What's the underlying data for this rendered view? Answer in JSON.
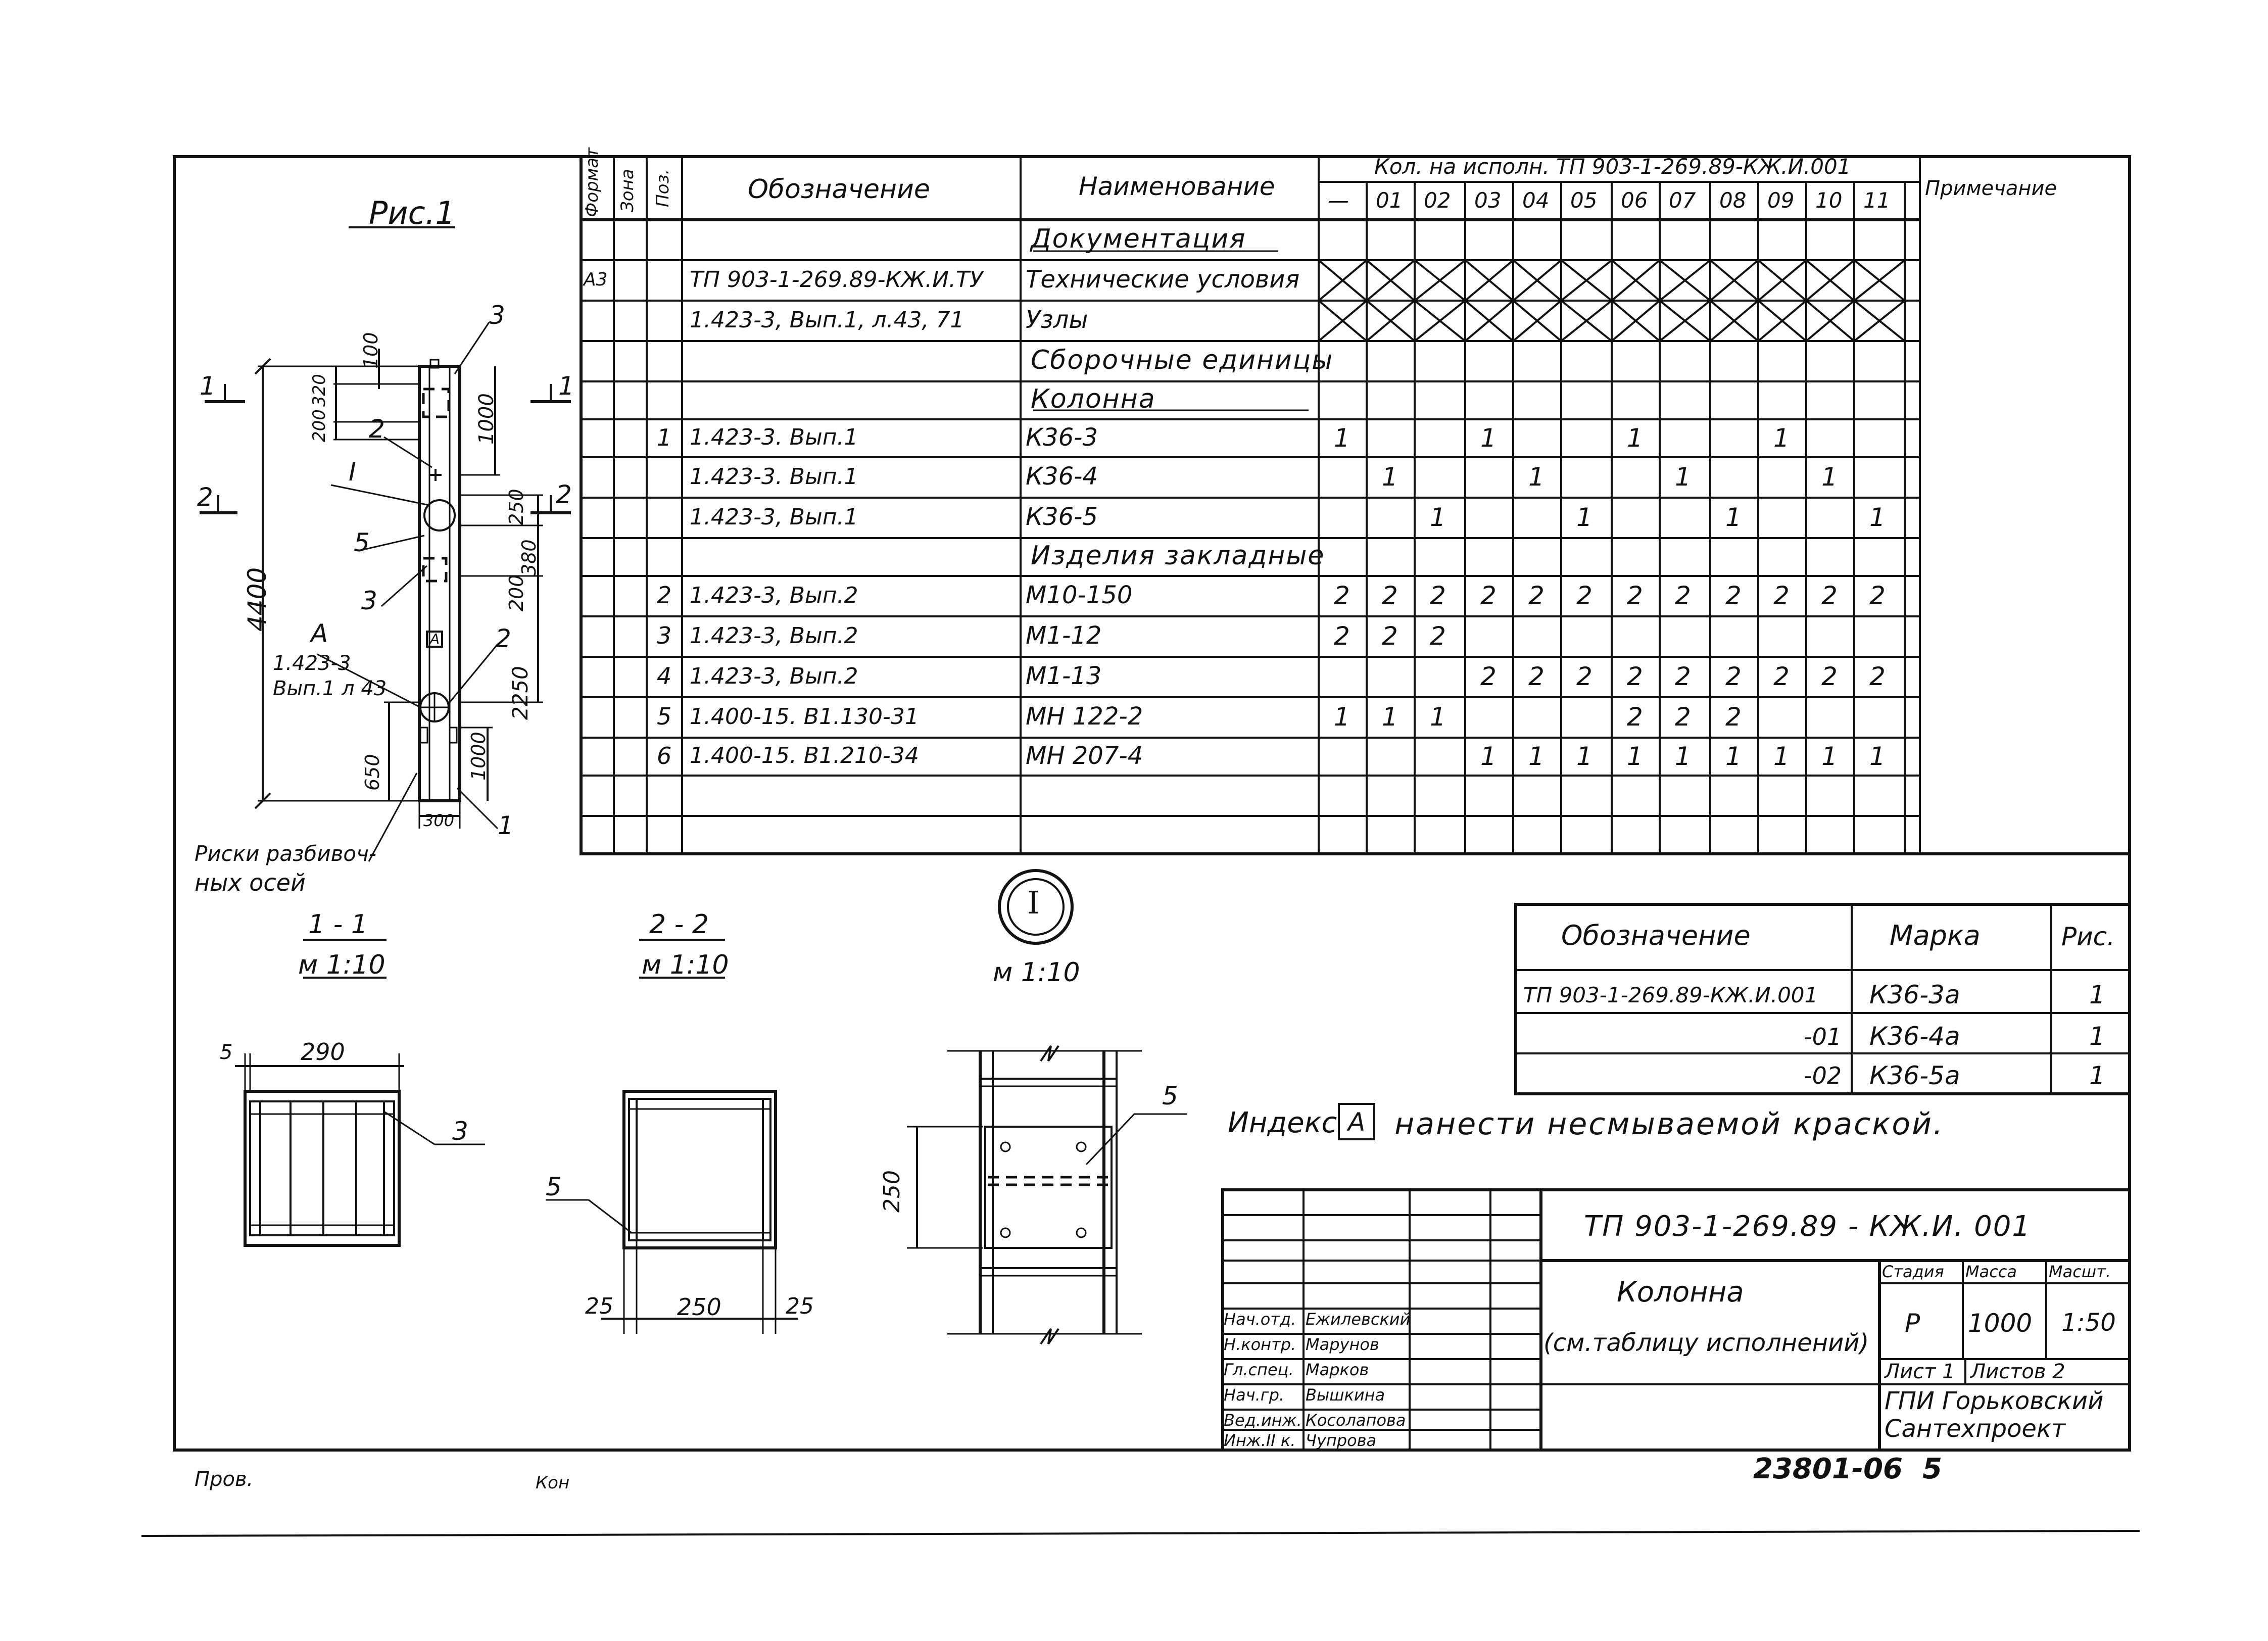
{
  "spec": {
    "col_headers": {
      "format": "Формат",
      "zone": "Зона",
      "pos": "Поз.",
      "designation": "Обозначение",
      "name": "Наименование",
      "qty_title": "Кол. на исполн. ТП 903-1-269.89-КЖ.И.001",
      "note": "Примечание"
    },
    "variants": [
      "—",
      "01",
      "02",
      "03",
      "04",
      "05",
      "06",
      "07",
      "08",
      "09",
      "10",
      "11"
    ],
    "rows": [
      {
        "format": "",
        "pos": "",
        "designation": "",
        "name": "Документация",
        "qty": [
          "",
          "",
          "",
          "",
          "",
          "",
          "",
          "",
          "",
          "",
          "",
          ""
        ]
      },
      {
        "format": "А3",
        "pos": "",
        "designation": "ТП 903-1-269.89-КЖ.И.ТУ",
        "name": "Технические условия",
        "qty": [
          "",
          "",
          "",
          "",
          "",
          "",
          "",
          "",
          "",
          "",
          "",
          ""
        ]
      },
      {
        "format": "",
        "pos": "",
        "designation": "1.423-3, Вып.1,  л.43, 71",
        "name": "Узлы",
        "qty": [
          "",
          "",
          "",
          "",
          "",
          "",
          "",
          "",
          "",
          "",
          "",
          ""
        ]
      },
      {
        "format": "",
        "pos": "",
        "designation": "",
        "name": "Сборочные единицы",
        "qty": [
          "",
          "",
          "",
          "",
          "",
          "",
          "",
          "",
          "",
          "",
          "",
          ""
        ]
      },
      {
        "format": "",
        "pos": "",
        "designation": "",
        "name": "Колонна",
        "qty": [
          "",
          "",
          "",
          "",
          "",
          "",
          "",
          "",
          "",
          "",
          "",
          ""
        ]
      },
      {
        "format": "",
        "pos": "1",
        "designation": "1.423-3.  Вып.1",
        "name": "К36-3",
        "qty": [
          "1",
          "",
          "",
          "1",
          "",
          "",
          "1",
          "",
          "",
          "1",
          "",
          ""
        ]
      },
      {
        "format": "",
        "pos": "",
        "designation": "1.423-3.  Вып.1",
        "name": "К36-4",
        "qty": [
          "",
          "1",
          "",
          "",
          "1",
          "",
          "",
          "1",
          "",
          "",
          "1",
          ""
        ]
      },
      {
        "format": "",
        "pos": "",
        "designation": "1.423-3,  Вып.1",
        "name": "К36-5",
        "qty": [
          "",
          "",
          "1",
          "",
          "",
          "1",
          "",
          "",
          "1",
          "",
          "",
          "1"
        ]
      },
      {
        "format": "",
        "pos": "",
        "designation": "",
        "name": "Изделия закладные",
        "qty": [
          "",
          "",
          "",
          "",
          "",
          "",
          "",
          "",
          "",
          "",
          "",
          ""
        ]
      },
      {
        "format": "",
        "pos": "2",
        "designation": "1.423-3,  Вып.2",
        "name": "М10-150",
        "qty": [
          "2",
          "2",
          "2",
          "2",
          "2",
          "2",
          "2",
          "2",
          "2",
          "2",
          "2",
          "2"
        ]
      },
      {
        "format": "",
        "pos": "3",
        "designation": "1.423-3,  Вып.2",
        "name": "М1-12",
        "qty": [
          "2",
          "2",
          "2",
          "",
          "",
          "",
          "",
          "",
          "",
          "",
          "",
          ""
        ]
      },
      {
        "format": "",
        "pos": "4",
        "designation": "1.423-3,  Вып.2",
        "name": "М1-13",
        "qty": [
          "",
          "",
          "",
          "2",
          "2",
          "2",
          "2",
          "2",
          "2",
          "2",
          "2",
          "2"
        ]
      },
      {
        "format": "",
        "pos": "5",
        "designation": "1.400-15.  В1.130-31",
        "name": "МН 122-2",
        "qty": [
          "1",
          "1",
          "1",
          "",
          "",
          "",
          "2",
          "2",
          "2",
          "",
          "",
          ""
        ]
      },
      {
        "format": "",
        "pos": "6",
        "designation": "1.400-15.  В1.210-34",
        "name": "МН 207-4",
        "qty": [
          "",
          "",
          "",
          "1",
          "1",
          "1",
          "1",
          "1",
          "1",
          "1",
          "1",
          "1"
        ]
      },
      {
        "format": "",
        "pos": "",
        "designation": "",
        "name": "",
        "qty": [
          "",
          "",
          "",
          "",
          "",
          "",
          "",
          "",
          "",
          "",
          "",
          ""
        ]
      }
    ]
  },
  "marks": {
    "headers": {
      "designation": "Обозначение",
      "mark": "Марка",
      "fig": "Рис."
    },
    "rows": [
      {
        "designation": "ТП 903-1-269.89-КЖ.И.001",
        "mark": "К36-3а",
        "fig": "1"
      },
      {
        "designation": "-01",
        "mark": "К36-4а",
        "fig": "1"
      },
      {
        "designation": "-02",
        "mark": "К36-5а",
        "fig": "1"
      }
    ]
  },
  "note": {
    "prefix": "Индекс",
    "index_letter": "А",
    "suffix": "нанести несмываемой краской."
  },
  "figure": {
    "title": "Рис.1",
    "dims": {
      "total": "4400",
      "d100": "100",
      "d320": "320",
      "d200": "200",
      "d1000top": "1000",
      "d250": "250",
      "d380": "380",
      "d200b": "200",
      "d2250": "2250",
      "d1000bot": "1000",
      "d650": "650",
      "d300": "300"
    },
    "callouts": {
      "c3a": "3",
      "c2a": "2",
      "cI": "I",
      "c5": "5",
      "c3b": "3",
      "c2b": "2",
      "c1": "1"
    },
    "ref_a": {
      "letter": "А",
      "line1": "1.423-3",
      "line2": "Вып.1 л 43"
    },
    "box_letter": "А",
    "section_marks": {
      "s1": "1",
      "s2": "2",
      "s1r": "1",
      "s2r": "2"
    },
    "risk_label_1": "Риски разбивоч-",
    "risk_label_2": "ных осей"
  },
  "section1": {
    "title": "1 - 1",
    "scale": "м 1:10",
    "d5": "5",
    "d290": "290",
    "c3": "3"
  },
  "section2": {
    "title": "2 - 2",
    "scale": "м 1:10",
    "c5": "5",
    "d25a": "25",
    "d250": "250",
    "d25b": "25"
  },
  "nodeI": {
    "label": "I",
    "scale": "м 1:10",
    "c5": "5",
    "d250": "250"
  },
  "title_block": {
    "code": "ТП  903-1-269.89 - КЖ.И. 001",
    "name_line1": "Колонна",
    "name_line2": "(см.таблицу исполнений)",
    "stage_h": "Стадия",
    "mass_h": "Масса",
    "scale_h": "Масшт.",
    "stage": "Р",
    "mass": "1000",
    "scale": "1:50",
    "sheet": "Лист 1",
    "sheets": "Листов 2",
    "org1": "ГПИ Горьковский",
    "org2": "Сантехпроект",
    "people": [
      {
        "role": "Нач.отд.",
        "name": "Ежилевский"
      },
      {
        "role": "Н.контр.",
        "name": "Марунов"
      },
      {
        "role": "Гл.спец.",
        "name": "Марков"
      },
      {
        "role": "Нач.гр.",
        "name": "Вышкина"
      },
      {
        "role": "Вед.инж.",
        "name": "Косолапова"
      },
      {
        "role": "Инж.II к.",
        "name": "Чупрова"
      }
    ]
  },
  "footer": {
    "prov": "Пров.",
    "kon": "Кон",
    "doc_num": "23801-06",
    "page": "5"
  }
}
